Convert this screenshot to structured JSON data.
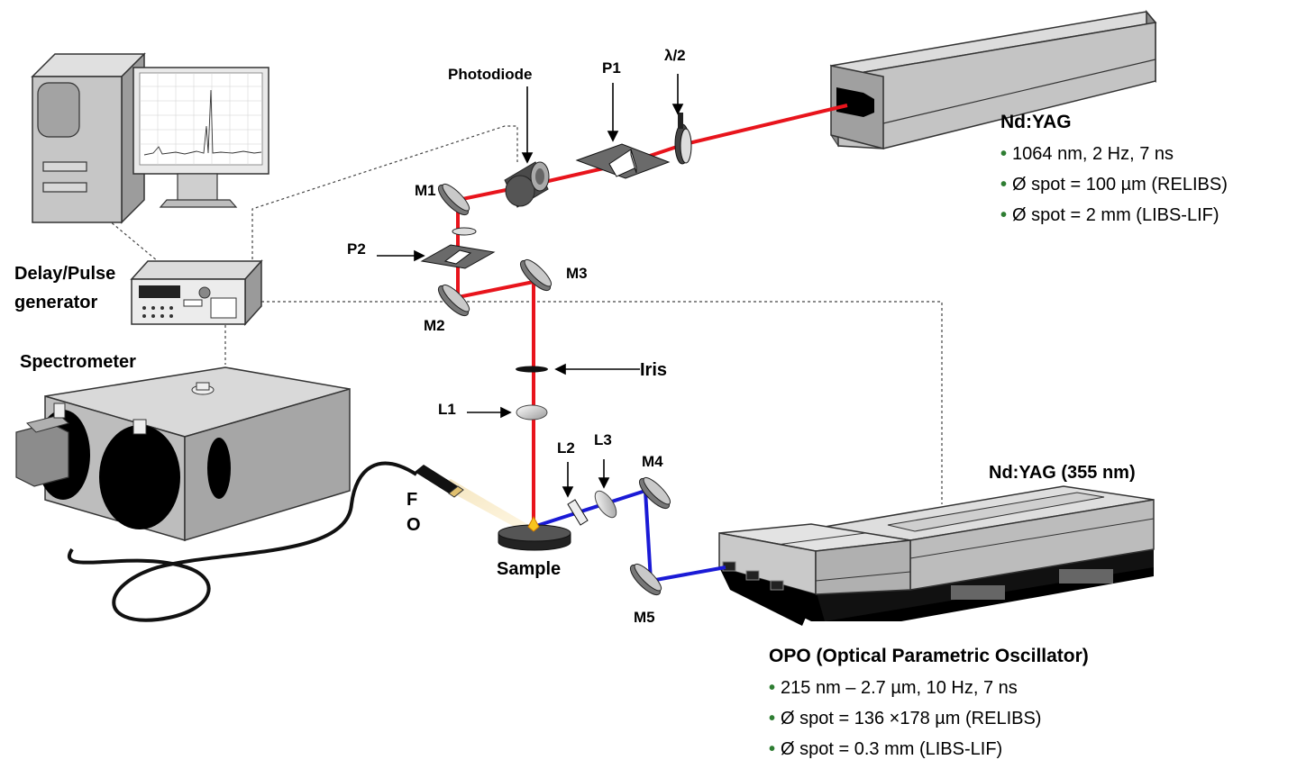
{
  "labels": {
    "photodiode": "Photodiode",
    "p1": "P1",
    "half_wave": "λ/2",
    "m1": "M1",
    "p2": "P2",
    "m3": "M3",
    "m2": "M2",
    "iris": "Iris",
    "l1": "L1",
    "l2": "L2",
    "l3": "L3",
    "m4": "M4",
    "m5": "M5",
    "sample": "Sample",
    "fo_f": "F",
    "fo_o": "O",
    "delay_pulse_line1": "Delay/Pulse",
    "delay_pulse_line2": "generator",
    "spectrometer": "Spectrometer",
    "ndyag_355": "Nd:YAG (355 nm)"
  },
  "ndyag_info": {
    "title": "Nd:YAG",
    "items": [
      "1064 nm, 2 Hz, 7 ns",
      "Ø spot = 100 µm (RELIBS)",
      "Ø spot = 2 mm (LIBS-LIF)"
    ]
  },
  "opo_info": {
    "title": "OPO (Optical Parametric Oscillator)",
    "items": [
      "215 nm – 2.7 µm, 10 Hz, 7 ns",
      "Ø spot = 136 ×178 µm (RELIBS)",
      "Ø spot = 0.3 mm (LIBS-LIF)"
    ]
  },
  "colors": {
    "red_beam": "#e8141c",
    "blue_beam": "#1a1ad6",
    "bullet": "#2e7d32"
  },
  "bullet_glyph": "•"
}
